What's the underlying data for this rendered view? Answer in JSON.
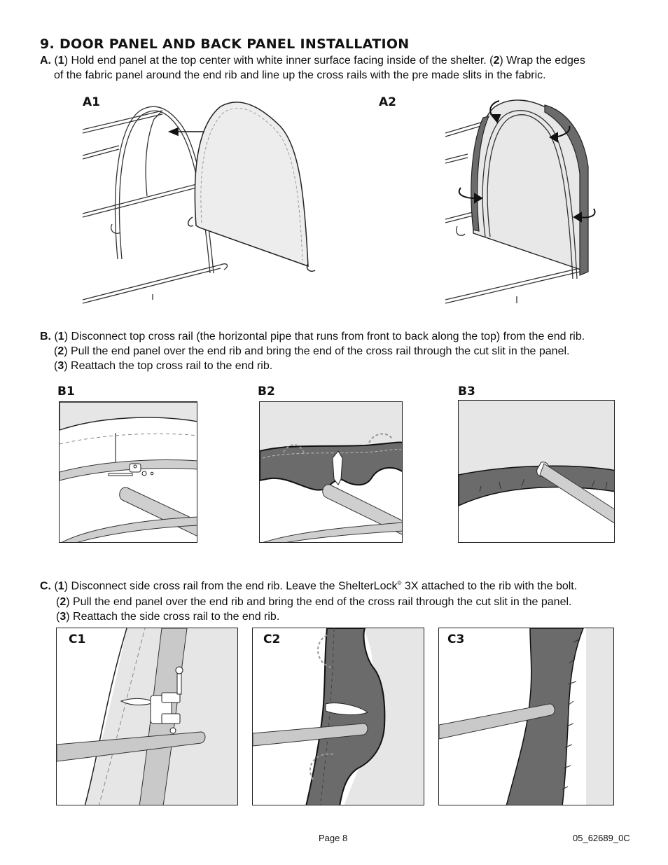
{
  "section_title": "9. DOOR PANEL AND BACK PANEL INSTALLATION",
  "step_a": {
    "label": "A.",
    "line1_pre": "(",
    "n1": "1",
    "line1_mid": ") Hold end panel at the top center with white inner surface facing inside of the shelter. (",
    "n2": "2",
    "line1_post": ") Wrap the edges",
    "line2": "of the fabric panel around the end rib and line up the cross rails with the pre made slits in the fabric.",
    "fig1": "A1",
    "fig2": "A2"
  },
  "step_b": {
    "label": "B.",
    "n1": "1",
    "line1": ") Disconnect top cross rail (the horizontal pipe that runs from front to back along the top) from the end rib.",
    "n2": "2",
    "line2": ") Pull the end panel over the end rib and bring the end of the cross rail through the cut slit in the panel.",
    "n3": "3",
    "line3": ") Reattach the top cross rail to the end rib.",
    "fig1": "B1",
    "fig2": "B2",
    "fig3": "B3"
  },
  "step_c": {
    "label": "C.",
    "n1": "1",
    "line1a": ") Disconnect side cross rail from the end rib.  Leave the ShelterLock",
    "reg": "®",
    "line1b": " 3X attached to the rib with the bolt.",
    "n2": "2",
    "line2": ") Pull the end panel over the end rib and bring the end of the cross rail through the cut slit in the panel.",
    "n3": "3",
    "line3": ") Reattach the side cross rail to the end rib.",
    "fig1": "C1",
    "fig2": "C2",
    "fig3": "C3"
  },
  "footer": {
    "page": "Page 8",
    "doc_code": "05_62689_0C"
  },
  "colors": {
    "dark_fabric": "#6b6b6b",
    "light_fabric": "#e6e6e6",
    "pipe": "#c9c9c9",
    "outline": "#222222"
  }
}
